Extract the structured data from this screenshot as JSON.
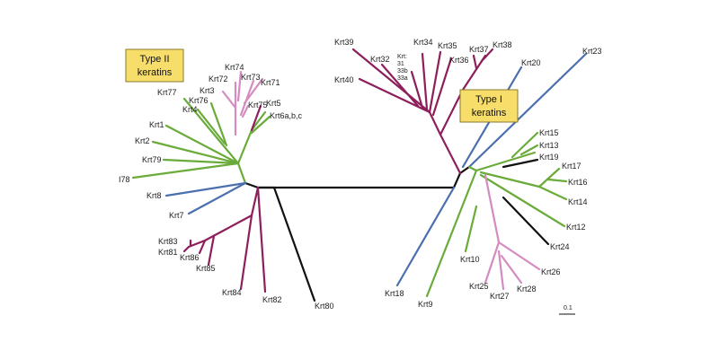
{
  "colors": {
    "green": "#6aab3a",
    "magenta": "#8e1f5c",
    "pink": "#d58bc0",
    "blue": "#4a6fae",
    "black": "#111111",
    "box_fill": "#f7de6b",
    "box_stroke": "#8a7a2a"
  },
  "boxes": {
    "type2": {
      "line1": "Type II",
      "line2": "keratins"
    },
    "type1": {
      "line1": "Type I",
      "line2": "keratins"
    }
  },
  "labels": {
    "krt39": "Krt39",
    "krt32": "Krt32",
    "krt34": "Krt34",
    "krt35": "Krt35",
    "krt36": "Krt36",
    "krt37": "Krt37",
    "krt38": "Krt38",
    "krt40": "Krt40",
    "krt20": "Krt20",
    "krt23": "Krt23",
    "krt_prefix": "Krt:",
    "krt31": "31",
    "krt33b": "33b",
    "krt33a": "33a",
    "krt74": "Krt74",
    "krt72": "Krt72",
    "krt73": "Krt73",
    "krt71": "Krt71",
    "krt3": "Krt3",
    "krt77": "Krt77",
    "krt76": "Krt76",
    "krt4": "Krt4",
    "krt75": "Krt75",
    "krt5": "Krt5",
    "krt6": "Krt6a,b,c",
    "krt1": "Krt1",
    "krt2": "Krt2",
    "krt79": "Krt79",
    "krt78": "I78",
    "krt8": "Krt8",
    "krt7": "Krt7",
    "krt83": "Krt83",
    "krt81": "Krt81",
    "krt86": "Krt86",
    "krt85": "Krt85",
    "krt84": "Krt84",
    "krt82": "Krt82",
    "krt80": "Krt80",
    "krt15": "Krt15",
    "krt13": "Krt13",
    "krt19": "Krt19",
    "krt17": "Krt17",
    "krt16": "Krt16",
    "krt14": "Krt14",
    "krt12": "Krt12",
    "krt24": "Krt24",
    "krt10": "Krt10",
    "krt26": "Krt26",
    "krt25": "Krt25",
    "krt27": "Krt27",
    "krt28": "Krt28",
    "krt18": "Krt18",
    "krt9": "Krt9"
  },
  "scale_label": "0.1"
}
